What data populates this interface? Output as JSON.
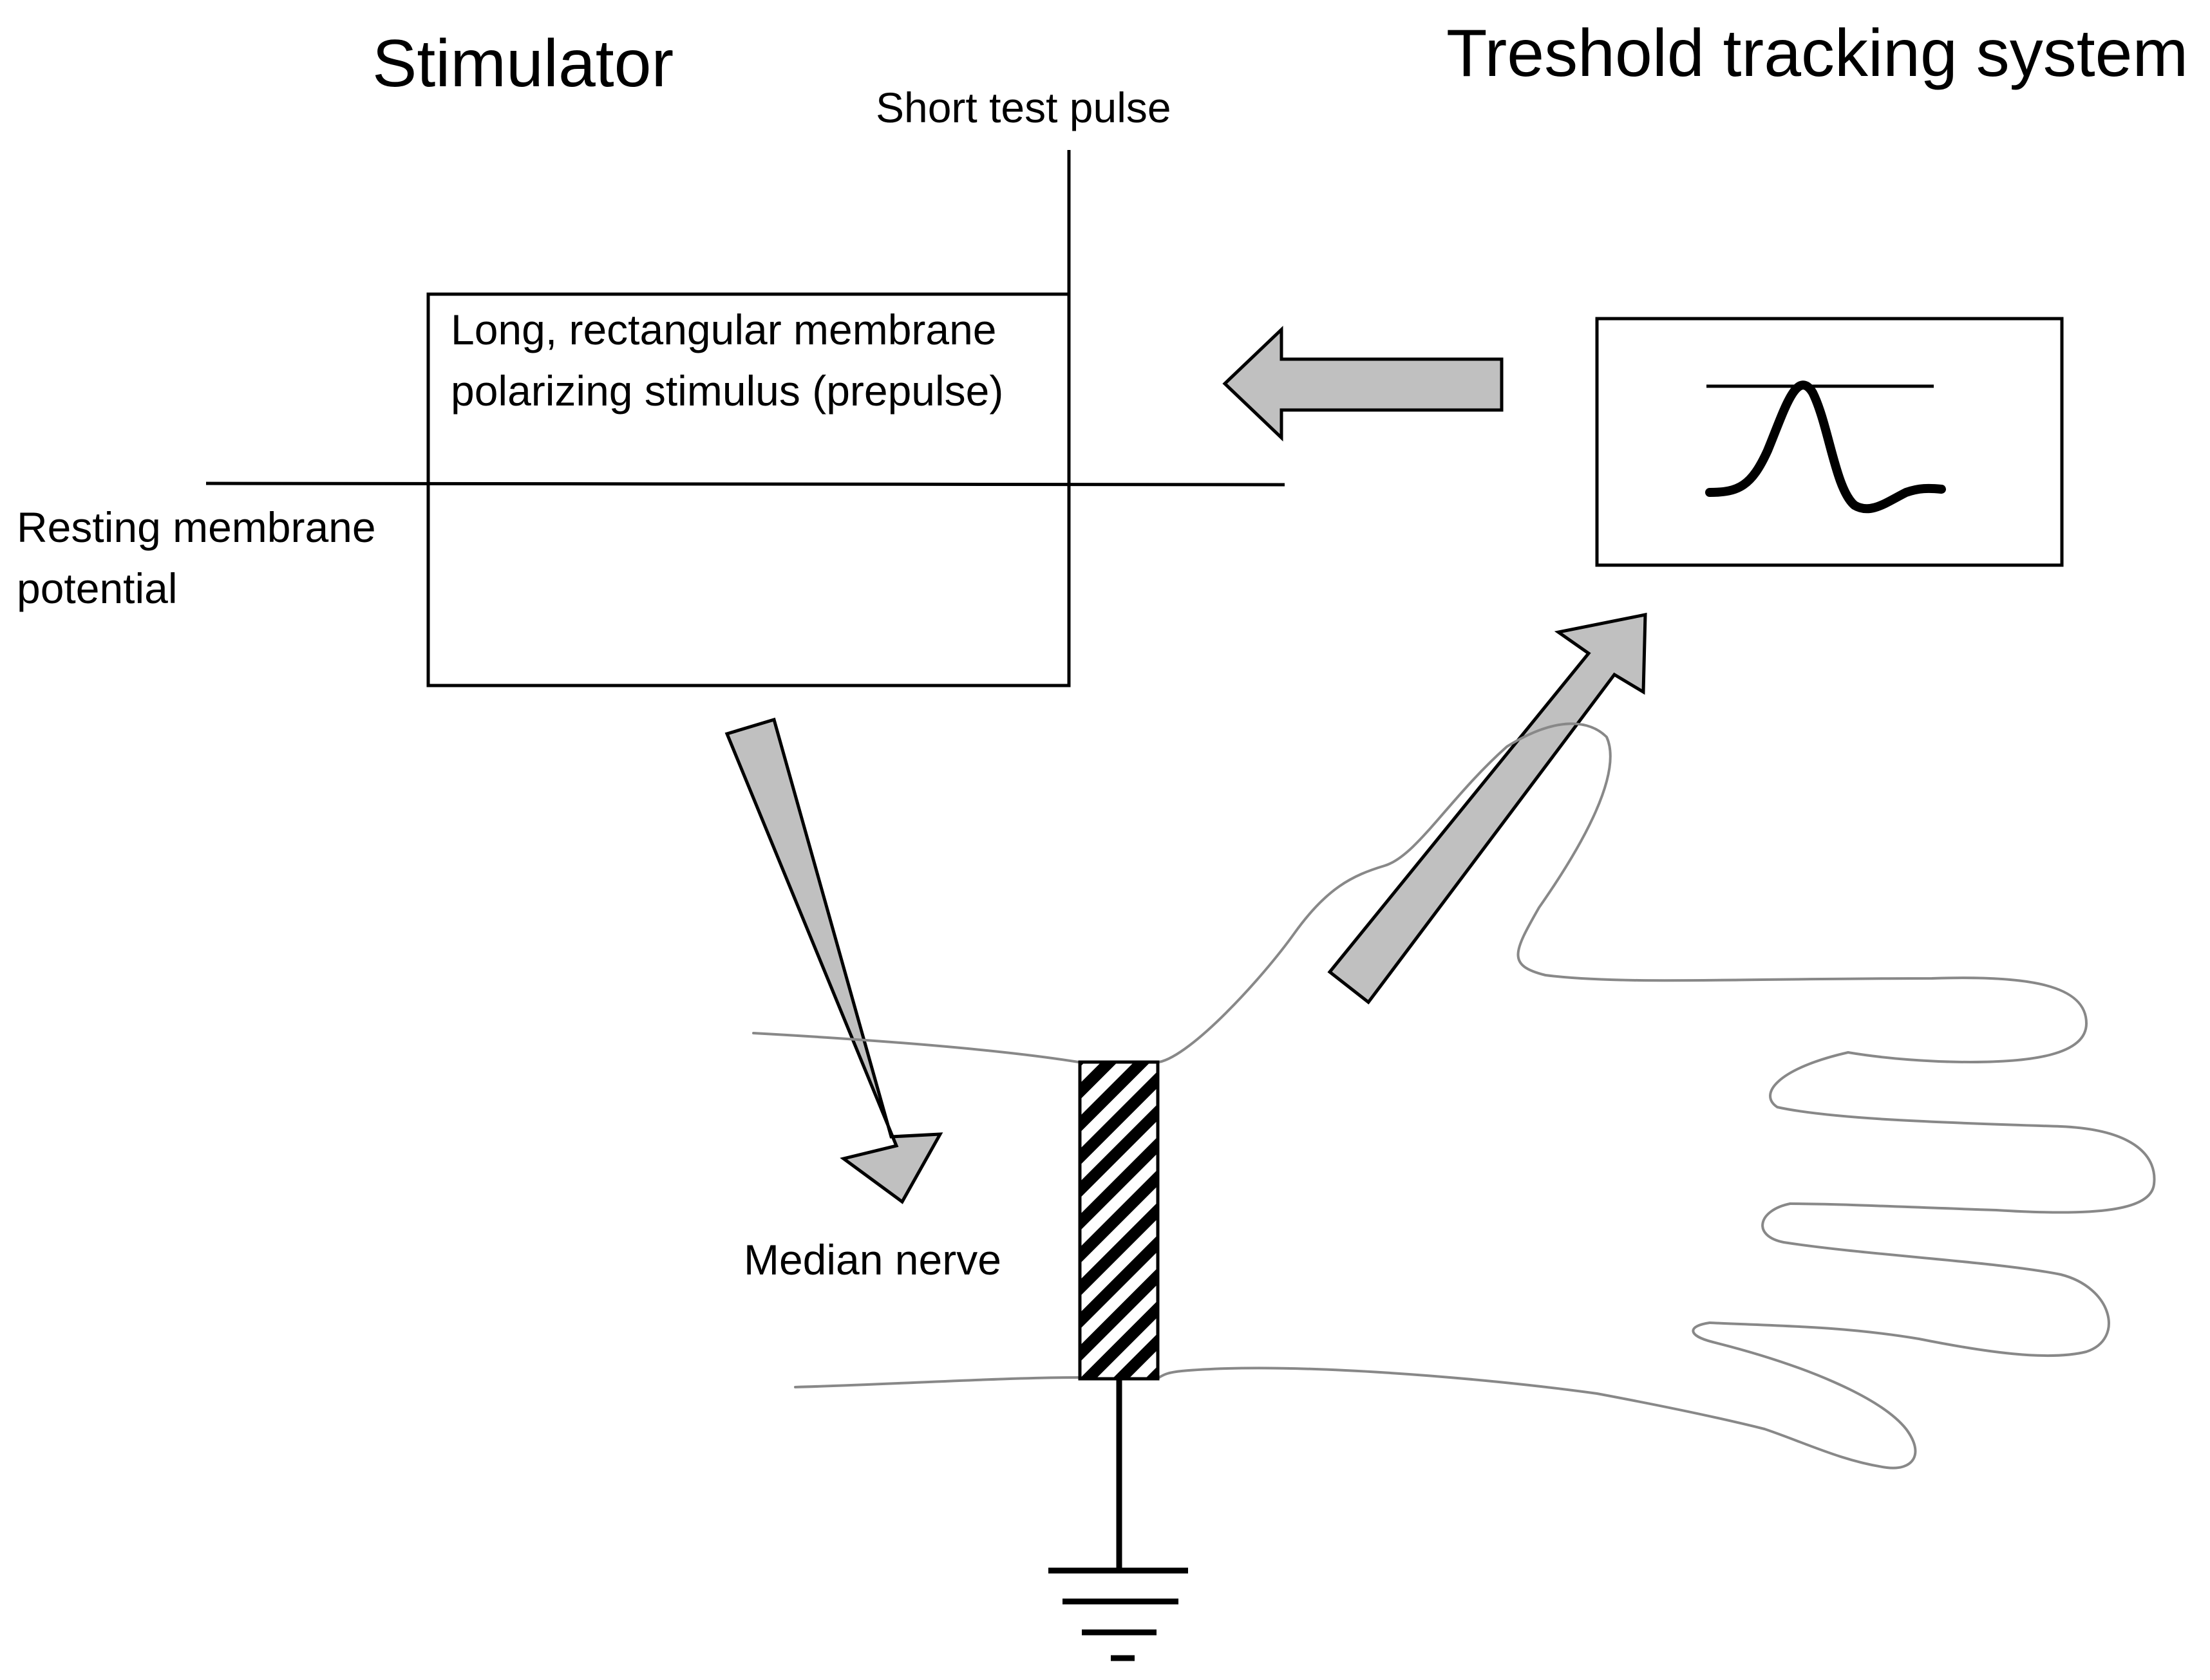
{
  "titles": {
    "stimulator": "Stimulator",
    "tracking_system": "Treshold tracking system"
  },
  "labels": {
    "short_test_pulse": "Short test pulse",
    "prepulse_line1": "Long, rectangular membrane",
    "prepulse_line2": "polarizing  stimulus (prepulse)",
    "resting_line1": "Resting membrane",
    "resting_line2": "potential",
    "median_nerve": "Median nerve"
  },
  "colors": {
    "arrow_fill": "#c0c0c0",
    "stroke": "#000000",
    "hand_outline": "#888888"
  },
  "icons": {
    "ground": "ground-symbol-icon",
    "electrode": "hatched-electrode-icon",
    "waveform": "action-potential-waveform-icon"
  }
}
